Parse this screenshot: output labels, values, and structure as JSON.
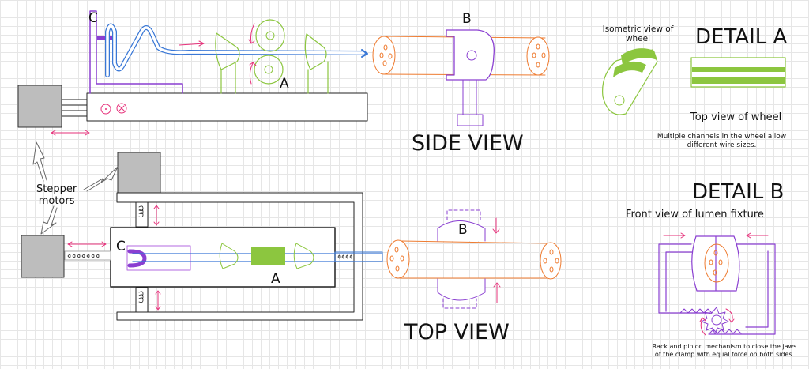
{
  "labels": {
    "c_side": "C",
    "a_side": "A",
    "b_side": "B",
    "side_view": "SIDE VIEW",
    "stepper_motors_line1": "Stepper",
    "stepper_motors_line2": "motors",
    "c_top": "C",
    "a_top": "A",
    "b_top": "B",
    "top_view": "TOP VIEW"
  },
  "detail_a": {
    "title": "DETAIL A",
    "iso_caption_line1": "Isometric view of",
    "iso_caption_line2": "wheel",
    "top_caption": "Top view of wheel",
    "note_line1": "Multiple channels in the wheel allow",
    "note_line2": "different wire sizes."
  },
  "detail_b": {
    "title": "DETAIL B",
    "subtitle": "Front view of lumen fixture",
    "note_line1": "Rack and pinion mechanism to close the jaws",
    "note_line2": "of the clamp with equal force on both sides."
  },
  "colors": {
    "wire": "#3a78d6",
    "roller": "#8cc63f",
    "clamp": "#8a3fd1",
    "lumen": "#ee7b30",
    "arrow": "#e6307a",
    "motor": "#bdbdbd"
  }
}
